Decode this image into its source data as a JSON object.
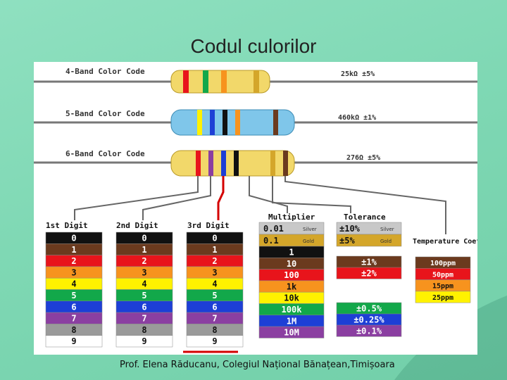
{
  "title": "Codul culorilor",
  "footer": "Prof. Elena Răducanu, Colegiul Național Bănațean,Timișoara",
  "resistors": [
    {
      "label": "4-Band Color Code",
      "value": "25kΩ  ±5%"
    },
    {
      "label": "5-Band Color Code",
      "value": "460kΩ  ±1%"
    },
    {
      "label": "6-Band Color Code",
      "value": "276Ω  ±5%"
    }
  ],
  "headers": {
    "digit1": "1st Digit",
    "digit2": "2nd Digit",
    "digit3": "3rd Digit",
    "multiplier": "Multiplier",
    "tolerance": "Tolerance",
    "tempco": "Temperature Coefficient"
  },
  "digits": [
    "0",
    "1",
    "2",
    "3",
    "4",
    "5",
    "6",
    "7",
    "8",
    "9"
  ],
  "digit_colors": [
    "#111111",
    "#6b3a1e",
    "#e8141b",
    "#f7931e",
    "#fff200",
    "#12a84a",
    "#1d3fd6",
    "#8b3fa1",
    "#9a9a9a",
    "#ffffff"
  ],
  "multiplier": {
    "special": [
      {
        "value": "0.01",
        "name": "Silver",
        "color": "#c8c8c8"
      },
      {
        "value": "0.1",
        "name": "Gold",
        "color": "#d4a62a"
      }
    ],
    "values": [
      "1",
      "10",
      "100",
      "1k",
      "10k",
      "100k",
      "1M",
      "10M"
    ]
  },
  "tolerance": {
    "special": [
      {
        "value": "±10%",
        "name": "Silver",
        "color": "#c8c8c8"
      },
      {
        "value": "±5%",
        "name": "Gold",
        "color": "#d4a62a"
      }
    ],
    "values": [
      "±1%",
      "±2%",
      "±0.5%",
      "±0.25%",
      "±0.1%"
    ]
  },
  "tempco": [
    "100ppm",
    "50ppm",
    "15ppm",
    "25ppm"
  ]
}
